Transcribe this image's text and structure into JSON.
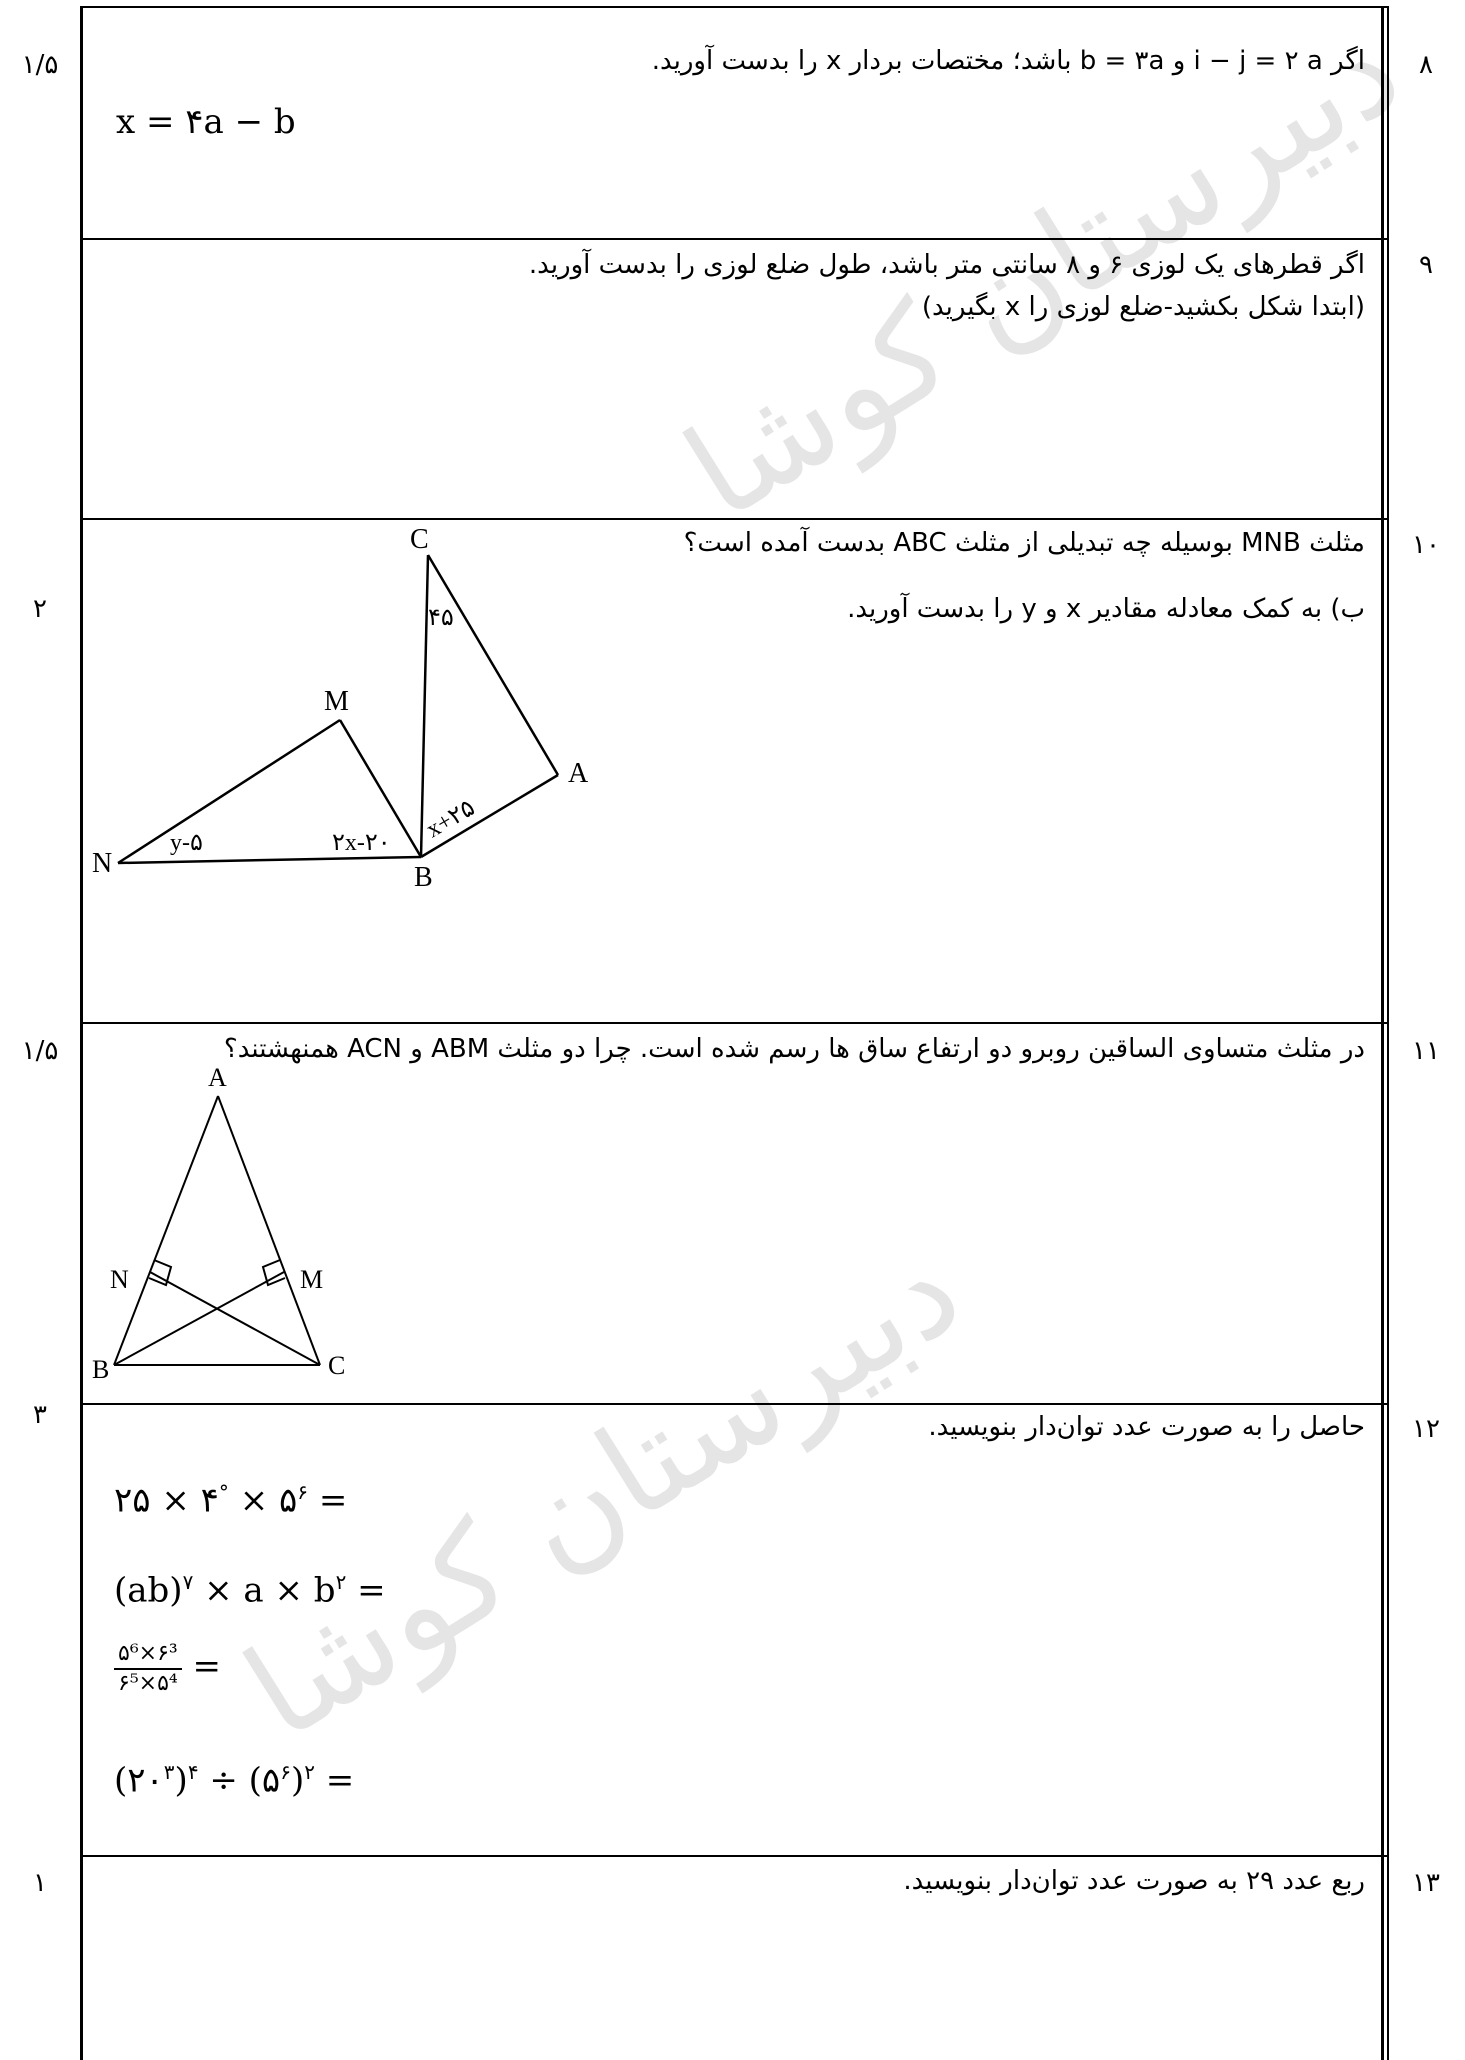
{
  "watermark": "دبیرستان کوشا",
  "questions": [
    {
      "number": "۸",
      "score": "۱/۵",
      "text": "اگر ‎i − j‎ = ۲ a و ‎b = ۳a‎ باشد؛ مختصات بردار x را بدست آورید.",
      "formula": "x = ۴a − b"
    },
    {
      "number": "۹",
      "score": "",
      "lines": [
        "اگر قطرهای یک لوزی ۶ و ۸ سانتی متر باشد، طول ضلع لوزی را بدست آورید.",
        "(ابتدا شکل بکشید-ضلع لوزی را x بگیرید)"
      ]
    },
    {
      "number": "۱۰",
      "score": "۲",
      "lines": [
        "مثلث MNB بوسیله چه تبدیلی از مثلث ABC بدست آمده است؟",
        "ب) به کمک معادله مقادیر x و y را بدست آورید."
      ],
      "figure": {
        "labels": [
          "C",
          "M",
          "A",
          "N",
          "B"
        ],
        "angles": [
          "۴۵",
          "y-۵",
          "۲x-۲۰",
          "x+۲۵"
        ]
      }
    },
    {
      "number": "۱۱",
      "score": "۱/۵",
      "text": "در مثلث متساوی الساقین روبرو دو ارتفاع ساق ها رسم شده است. چرا دو مثلث ABM و ACN همنهشتند؟",
      "figure": {
        "labels": [
          "A",
          "N",
          "M",
          "B",
          "C"
        ]
      }
    },
    {
      "number": "۱۲",
      "score": "۳",
      "text": "حاصل را به صورت عدد توان‌دار بنویسید.",
      "exprs": {
        "e1_a": "۲۵ × ۴",
        "e1_b": "°",
        "e1_c": " × ۵",
        "e1_d": "۶",
        "e1_e": " =",
        "e2_a": "(ab)",
        "e2_b": "۷",
        "e2_c": " × a × b",
        "e2_d": "۲",
        "e2_e": " =",
        "e3_num": "۵⁶×۶³",
        "e3_den": "۶⁵×۵⁴",
        "e3_e": "=",
        "e4_a": "(۲۰",
        "e4_b": "۳",
        "e4_c": ")",
        "e4_d": "۴",
        "e4_e": " ÷ (۵",
        "e4_f": "۶",
        "e4_g": ")",
        "e4_h": "۲",
        "e4_i": " ="
      }
    },
    {
      "number": "۱۳",
      "score": "۱",
      "text": "ربع عدد ۲۹ به صورت عدد توان‌دار بنویسید."
    }
  ]
}
